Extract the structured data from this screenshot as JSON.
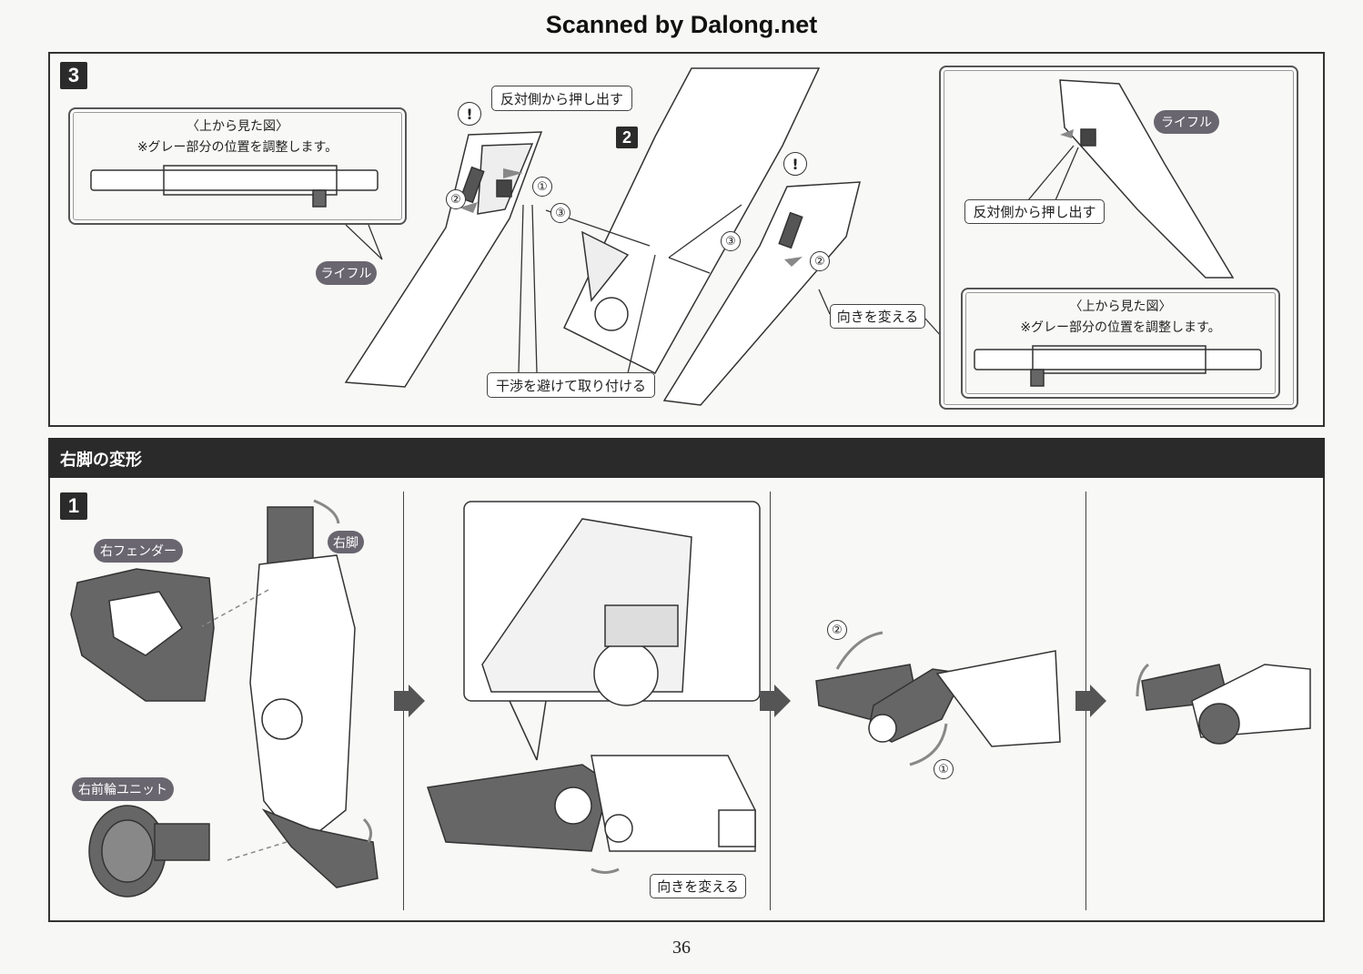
{
  "header": {
    "scan_credit": "Scanned by Dalong.net"
  },
  "step3": {
    "step_number": "3",
    "sub_step_number": "2",
    "top_view_box_left": {
      "title": "〈上から見た図〉",
      "note": "※グレー部分の位置を調整します。"
    },
    "rifle_label_left": "ライフル",
    "push_out_label": "反対側から押し出す",
    "attach_label": "干渉を避けて取り付ける",
    "change_direction_label": "向きを変える",
    "caution_icon": "!",
    "step_markers": [
      "①",
      "②",
      "③"
    ],
    "right_box": {
      "rifle_label": "ライフル",
      "push_out_label": "反対側から押し出す",
      "top_view": {
        "title": "〈上から見た図〉",
        "note": "※グレー部分の位置を調整します。"
      }
    }
  },
  "right_leg_section": {
    "title": "右脚の変形",
    "step_number": "1",
    "labels": {
      "right_fender": "右フェンダー",
      "right_leg": "右脚",
      "right_front_wheel_unit": "右前輪ユニット",
      "change_direction": "向きを変える"
    },
    "markers": [
      "②",
      "①"
    ]
  },
  "footer": {
    "page_number": "36"
  },
  "colors": {
    "badge": "#2b2b2b",
    "pill": "#6a6670",
    "section_bar": "#2a2a2a"
  }
}
